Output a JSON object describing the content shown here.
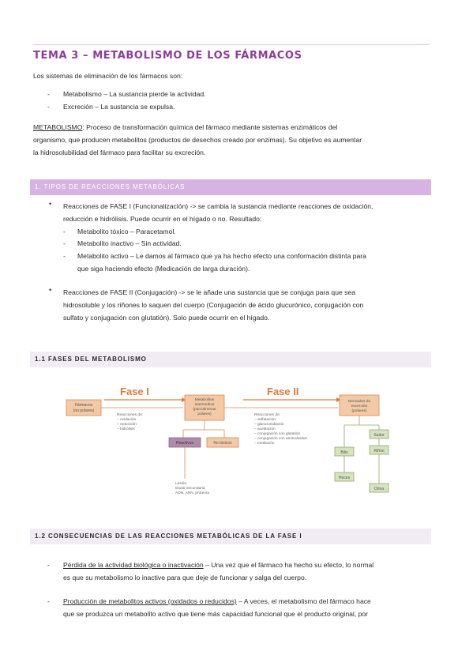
{
  "title": "TEMA 3 – METABOLISMO DE LOS FÁRMACOS",
  "intro": "Los sistemas de eliminación de los fármacos son:",
  "intro_items": [
    "Metabolismo – La sustancia pierde la actividad.",
    "Excreción – La sustancia se expulsa."
  ],
  "definition": {
    "term": "METABOLISMO",
    "line1": ": Proceso de transformación química del fármaco mediante sistemas enzimáticos del",
    "line2": "organismo, que producen metabolitos (productos de desechos creado por enzimas). Su objetivo es aumentar",
    "line3": "la hidrosolubilidad del fármaco para facilitar su excreción."
  },
  "section1": {
    "heading": "1. TIPOS DE REACCIONES METABÓLICAS",
    "fase1_lines": [
      "Reacciones de FASE I (Funcionalización) -> se cambia la sustancia mediante reacciones de oxidación,",
      "reducción e hidrólisis. Puede ocurrir en el hígado o no. Resultado:"
    ],
    "fase1_items": [
      "Metabolito tóxico – Paracetamol.",
      "Metabolito inactivo – Sin actividad.",
      "Metabolito activo – Le damos al fármaco que ya ha hecho efecto una conformación distinta para",
      "que siga haciendo efecto (Medicación de larga duración)."
    ],
    "fase2_lines": [
      "Reacciones de FASE II (Conjugación) -> se le añade una sustancia que se conjuga para que sea",
      "hidrosoluble y los riñones lo saquen del cuerpo (Conjugación de ácido glucurónico, conjugación con",
      "sulfato y conjugación con glutatión). Solo puede ocurrir en el hígado."
    ]
  },
  "section11": {
    "heading": "1.1 FASES DEL METABOLISMO"
  },
  "diagram": {
    "fase1_title": "Fase I",
    "fase2_title": "Fase II",
    "farmaco": [
      "Fármacos",
      "(no polares)"
    ],
    "reacciones1": [
      "Reacciones de:",
      "– oxidación",
      "– reducción",
      "– hidrólisis"
    ],
    "metabolitos": [
      "Metabolitos",
      "intermedios",
      "(parcialmente",
      "polares)"
    ],
    "reactivos": "Reactivos",
    "no_toxicos": "No tóxicos",
    "lesion": [
      "Lesión",
      "tisular secundaria",
      "ADN, ARN, proteína"
    ],
    "reacciones2": [
      "Reacciones de:",
      "– sulfatación",
      "– glucuronidación",
      "– acetilación",
      "– conjugación con glutatión",
      "– conjugación con aminoácidos",
      "– metilación"
    ],
    "derivados": [
      "Derivados de",
      "excreción",
      "(polares)"
    ],
    "bilis": "Bilis",
    "heces": "Heces",
    "sudor": "Sudor",
    "rinon": "Riñón",
    "orina": "Orina",
    "colors": {
      "box_fill": "#f3c9a6",
      "box_stroke": "#d9875a",
      "fase_title": "#e07a3c",
      "arrow": "#e07a3c",
      "reactivos_fill": "#b08aa8",
      "green_fill": "#d6e3bf",
      "green_stroke": "#8fa86a",
      "grey_text": "#666666"
    }
  },
  "section12": {
    "heading": "1.2 CONSECUENCIAS DE LAS REACCIONES METABÓLICAS DE LA FASE I",
    "item1_title": "Pérdida de la actividad biológica o inactivación",
    "item1_rest": " – Una vez que el fármaco ha hecho su efecto, lo normal",
    "item1_line2": "es que su metabolismo lo inactive para que deje de funcionar y salga del cuerpo.",
    "item2_title": "Producción de metabolitos activos (oxidados o reducidos)",
    "item2_rest": " – A veces, el metabolismo del fármaco hace",
    "item2_line2": "que se produzca un metabolito activo que tiene más capacidad funcional que el producto original, por"
  },
  "dash": "-",
  "bullet_char": "•",
  "accent_color": "#8e3a9e"
}
